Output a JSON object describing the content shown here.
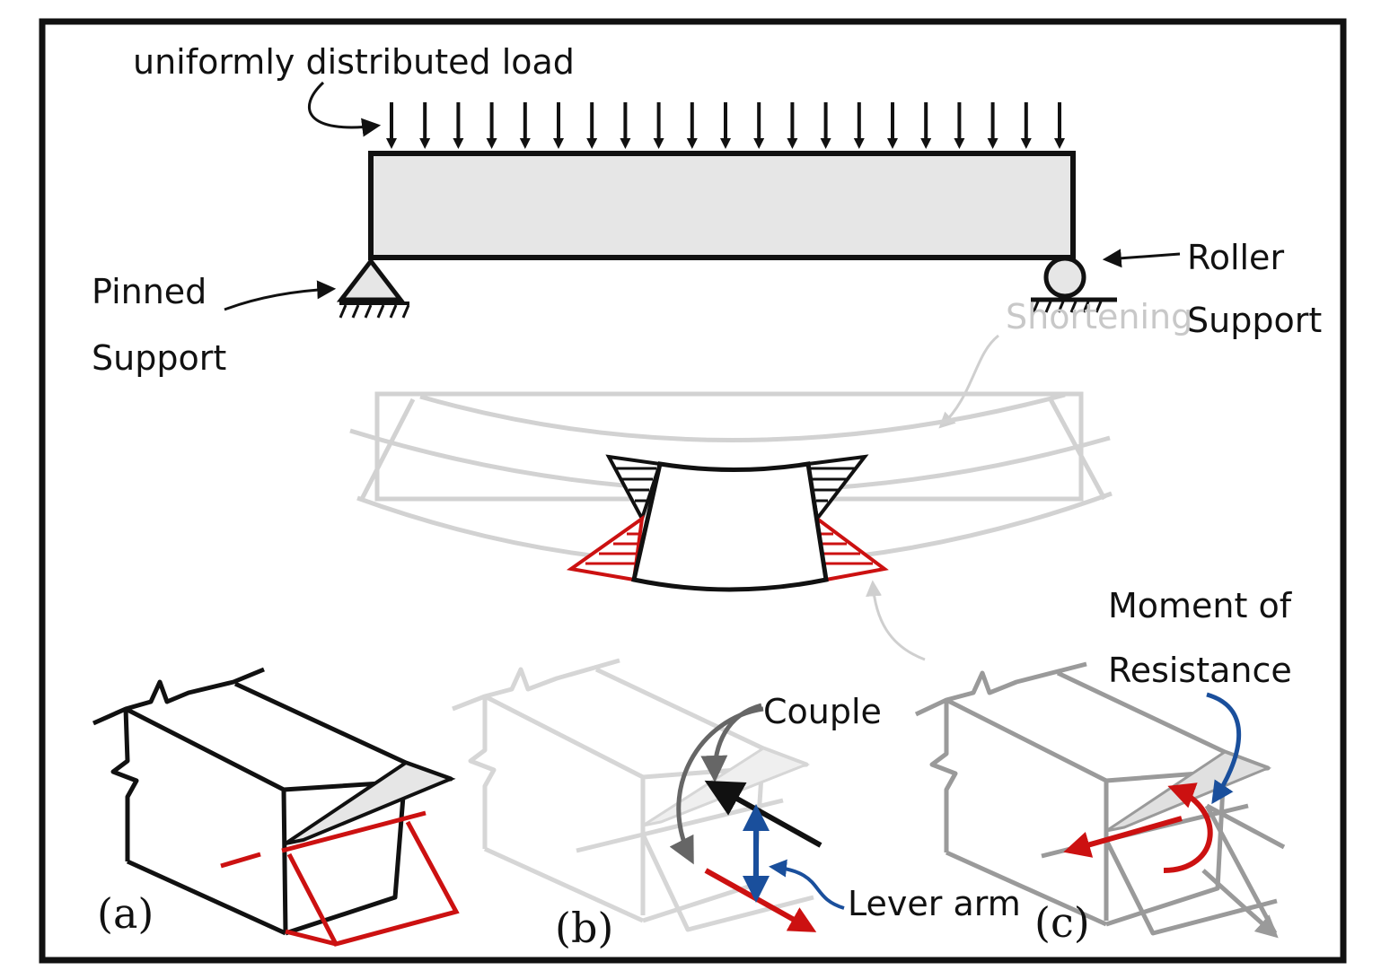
{
  "labels": {
    "udl": "uniformly distributed load",
    "pinned_line1": "Pinned",
    "pinned_line2": "Support",
    "roller_line1": "Roller",
    "roller_line2": "Support",
    "shortening": "Shortening",
    "moment_line1": "Moment of",
    "moment_line2": "Resistance",
    "couple": "Couple",
    "lever_arm": "Lever arm",
    "panel_a": "(a)",
    "panel_b": "(b)",
    "panel_c": "(c)"
  },
  "colors": {
    "ink": "#111111",
    "beam_fill": "#e6e6e6",
    "faint": "#d0d0d0",
    "tension_red": "#cc1111",
    "lever_blue": "#1a4f9c",
    "couple_gray": "#666666",
    "grey_panel": "#9a9a9a"
  },
  "load_arrow_count": 21
}
